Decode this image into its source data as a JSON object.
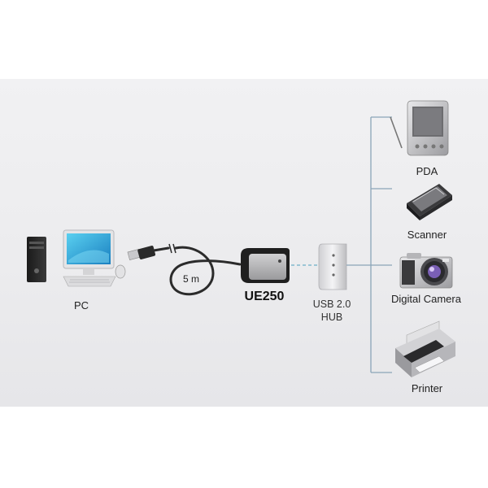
{
  "devices": {
    "pc": {
      "label": "PC",
      "icon": "desktop-pc-icon"
    },
    "extender": {
      "model": "UE250",
      "cable_length": "5 m"
    },
    "hub": {
      "line1": "USB 2.0",
      "line2": "HUB"
    },
    "pda": {
      "label": "PDA",
      "icon": "pda-icon"
    },
    "scanner": {
      "label": "Scanner",
      "icon": "scanner-icon"
    },
    "camera": {
      "label": "Digital Camera",
      "icon": "camera-icon"
    },
    "printer": {
      "label": "Printer",
      "icon": "printer-icon"
    }
  },
  "colors": {
    "background": "#ececee",
    "connector_line": "#8aa5b8",
    "cable": "#2b2b2b",
    "extender_body": "#b4b4b6"
  }
}
